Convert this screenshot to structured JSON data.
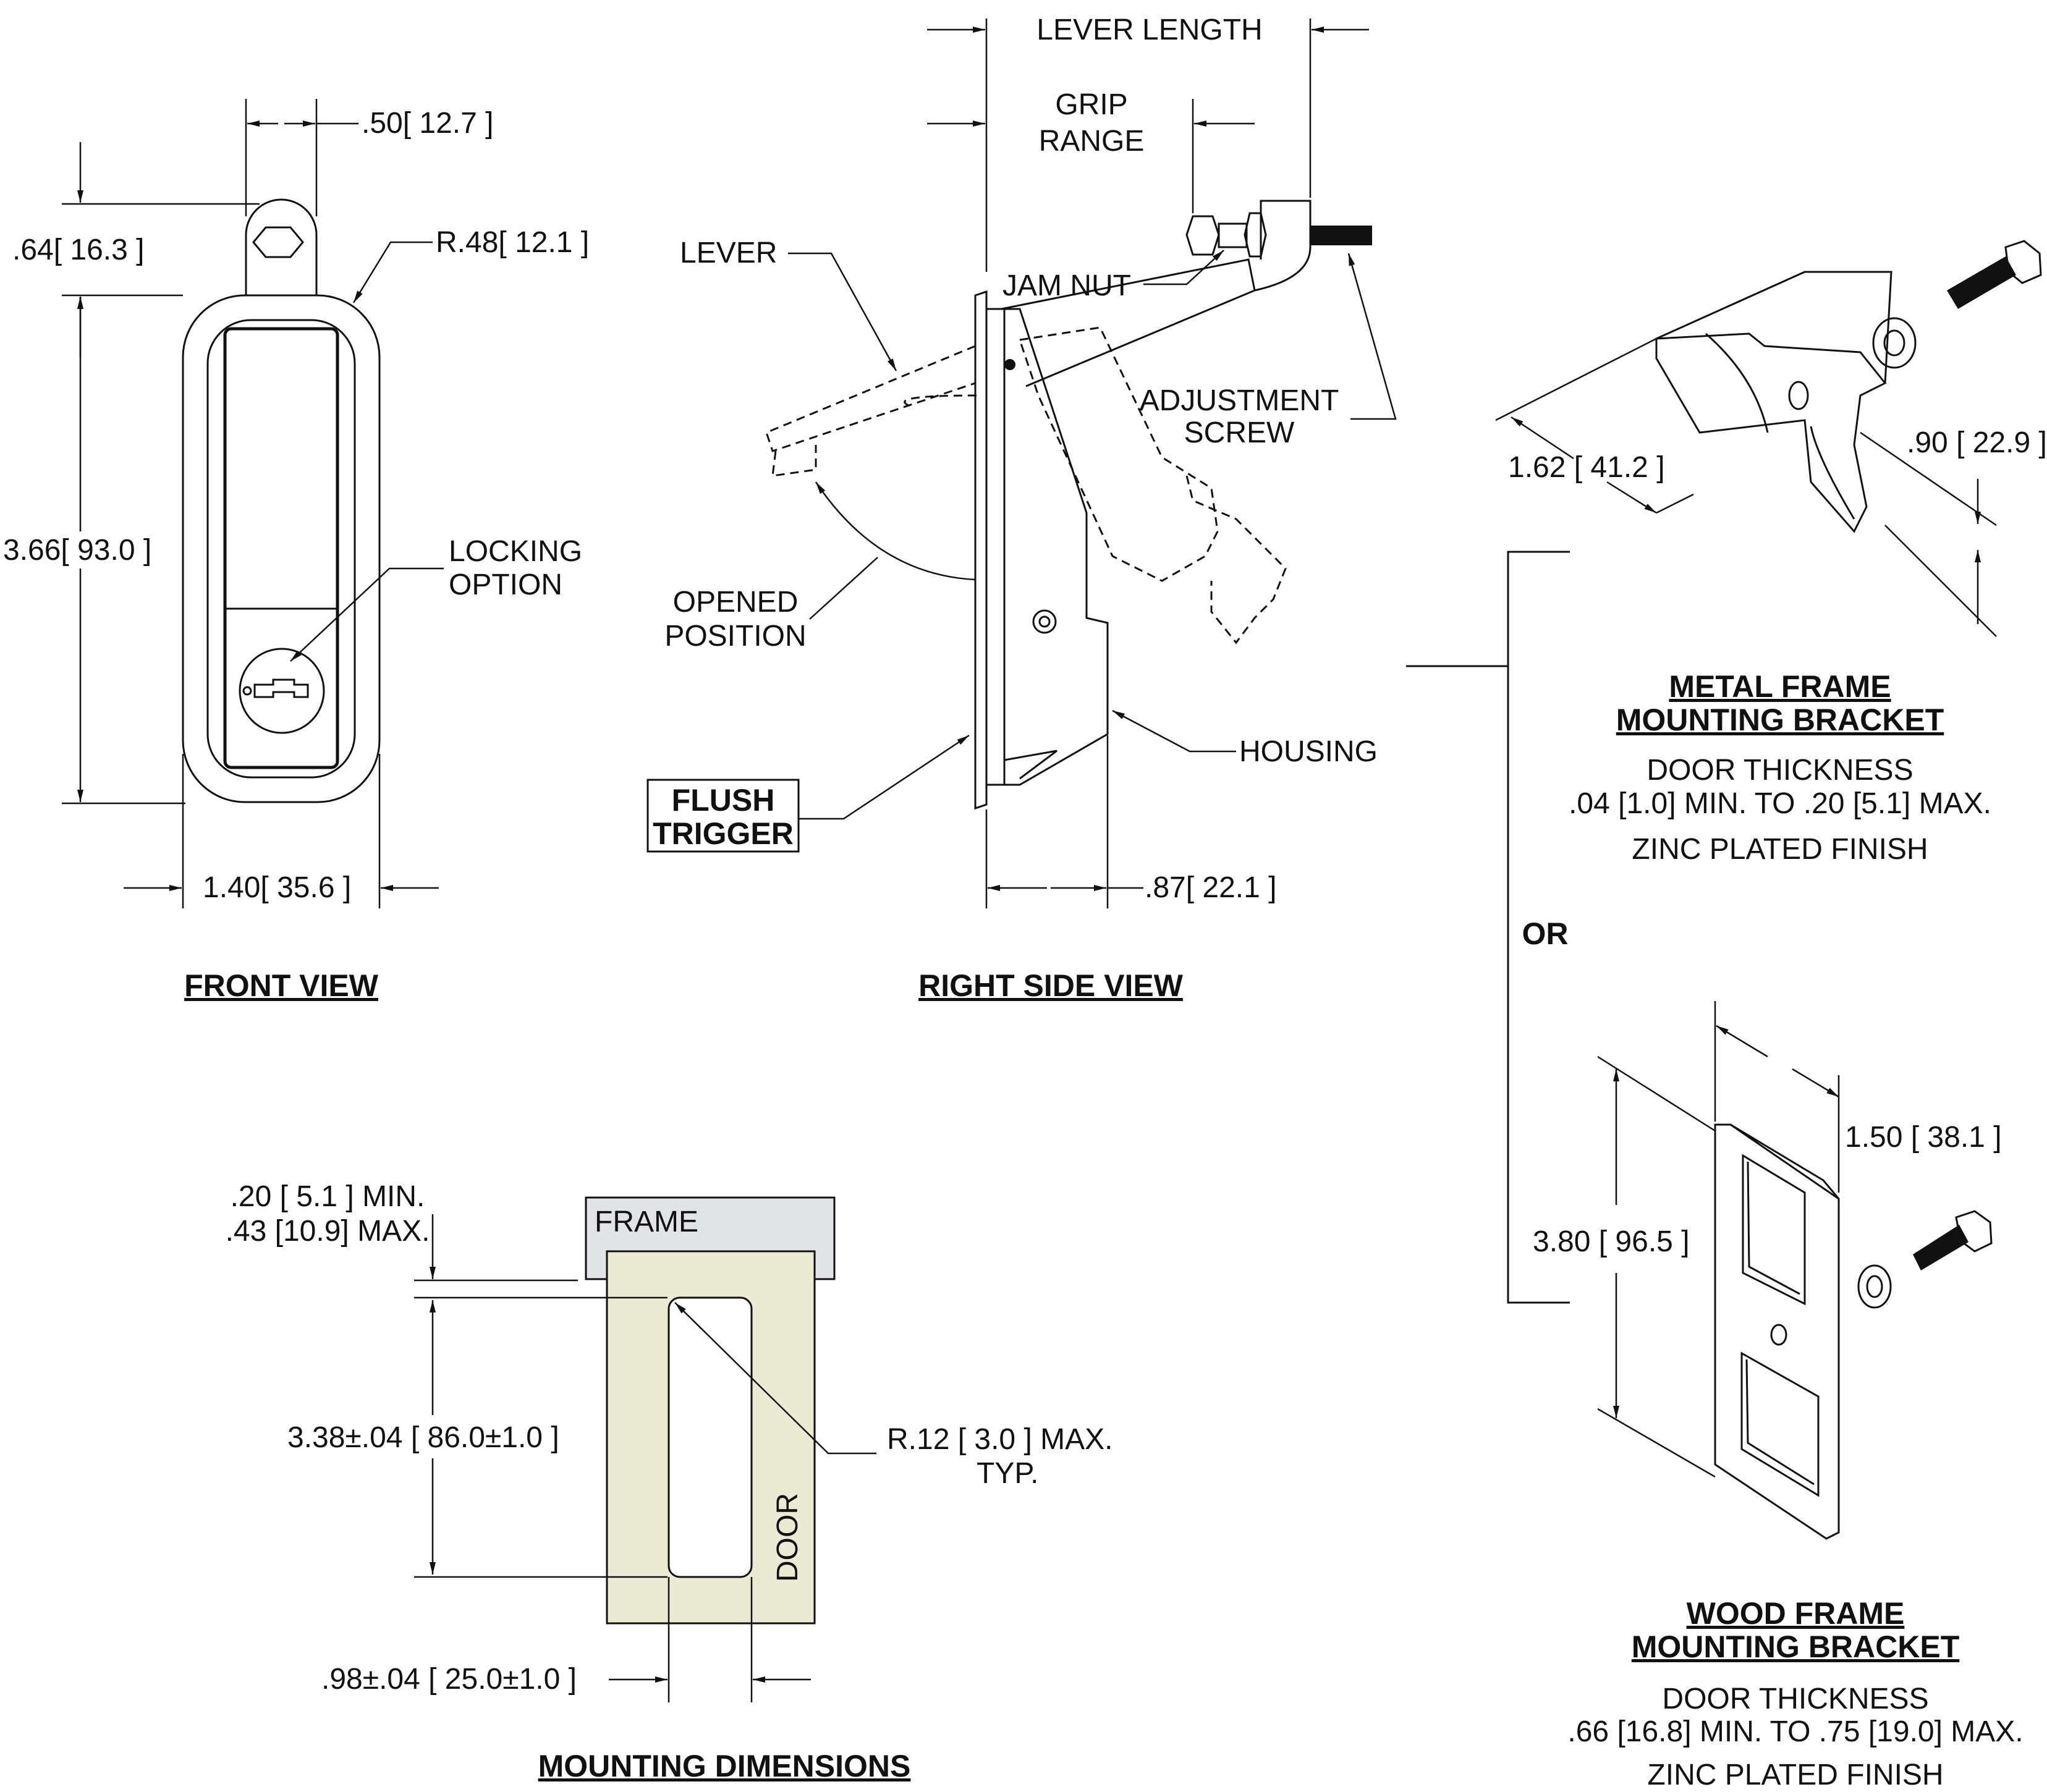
{
  "front_view": {
    "title": "FRONT VIEW",
    "dim_tab_width": ".50[ 12.7 ]",
    "dim_tab_height": ".64[ 16.3 ]",
    "dim_radius": "R.48[ 12.1 ]",
    "dim_height": "3.66[ 93.0 ]",
    "dim_width": "1.40[ 35.6 ]",
    "locking_option": [
      "LOCKING",
      "OPTION"
    ]
  },
  "side_view": {
    "title": "RIGHT SIDE VIEW",
    "lever_length": "LEVER LENGTH",
    "grip_range": [
      "GRIP",
      "RANGE"
    ],
    "lever": "LEVER",
    "jam_nut": "JAM NUT",
    "adjustment_screw": [
      "ADJUSTMENT",
      "SCREW"
    ],
    "opened_position": [
      "OPENED",
      "POSITION"
    ],
    "flush_trigger": [
      "FLUSH",
      "TRIGGER"
    ],
    "housing": "HOUSING",
    "dim_depth": ".87[ 22.1 ]"
  },
  "metal_bracket": {
    "title": [
      "METAL FRAME",
      "MOUNTING BRACKET"
    ],
    "door_thickness": "DOOR THICKNESS",
    "range": ".04 [1.0] MIN. TO .20 [5.1] MAX.",
    "finish": "ZINC PLATED FINISH",
    "dim_width": "1.62 [ 41.2 ]",
    "dim_height": ".90 [ 22.9 ]"
  },
  "or_label": "OR",
  "wood_bracket": {
    "title": [
      "WOOD FRAME",
      "MOUNTING BRACKET"
    ],
    "door_thickness": "DOOR THICKNESS",
    "range": ".66 [16.8] MIN. TO .75 [19.0] MAX.",
    "finish": "ZINC PLATED FINISH",
    "dim_width": "1.50 [ 38.1 ]",
    "dim_height": "3.80 [ 96.5 ]"
  },
  "mounting": {
    "title": "MOUNTING DIMENSIONS",
    "frame": "FRAME",
    "door": "DOOR",
    "dim_gap": [
      ".20 [ 5.1 ]  MIN.",
      ".43 [10.9] MAX."
    ],
    "dim_height": "3.38±.04 [ 86.0±1.0 ]",
    "dim_radius": [
      "R.12 [ 3.0 ]  MAX.",
      "TYP."
    ],
    "dim_width": ".98±.04 [ 25.0±1.0 ]"
  },
  "colors": {
    "frame_fill": "#e2e3e7",
    "door_fill": "#ebebd3",
    "line": "#111111"
  }
}
